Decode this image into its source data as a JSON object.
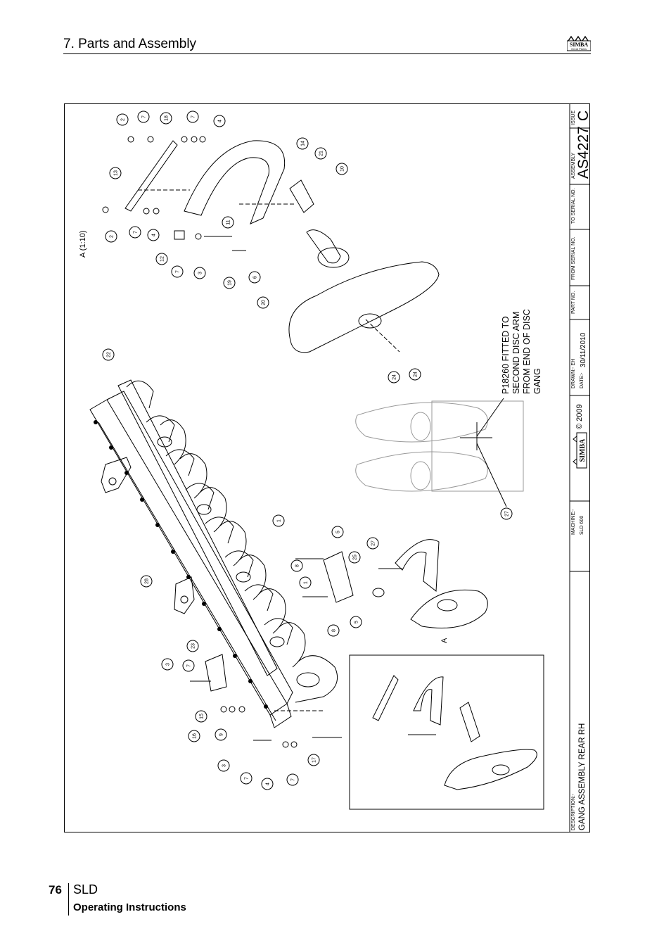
{
  "header": {
    "section_title": "7. Parts and Assembly",
    "logo_text": "SIMBA",
    "logo_sub": "Great Plains"
  },
  "footer": {
    "page_number": "76",
    "product": "SLD",
    "manual_type": "Operating Instructions"
  },
  "drawing": {
    "view_label": "A (1:10)",
    "section_marker": "A",
    "note": [
      "P18260 FITTED TO",
      "SECOND DISC ARM",
      "FROM END OF DISC",
      "GANG"
    ]
  },
  "title_block": {
    "description_label": "DESCRIPTION:-",
    "description": "GANG ASSEMBLY REAR RH",
    "machine_label": "MACHINE:-",
    "machine": "SLD 600",
    "copyright": "© 2009",
    "drawn_label": "DRAWN:-",
    "drawn": "EH",
    "date_label": "DATE:-",
    "date": "30/11/2010",
    "part_no_label": "PART NO.",
    "from_serial_label": "FROM SERIAL NO.",
    "to_serial_label": "TO SERIAL NO.",
    "assembly_label": "ASSEMBLY",
    "assembly": "AS4227",
    "issue_label": "ISSUE",
    "issue": "C"
  },
  "balloons": [
    "2",
    "7",
    "18",
    "7",
    "4",
    "14",
    "21",
    "10",
    "13",
    "2",
    "7",
    "4",
    "11",
    "12",
    "7",
    "3",
    "19",
    "6",
    "20",
    "22",
    "24",
    "24",
    "27",
    "1",
    "5",
    "28",
    "8",
    "25",
    "27",
    "1",
    "8",
    "5",
    "23",
    "3",
    "7",
    "15",
    "16",
    "9",
    "3",
    "7",
    "4",
    "7",
    "17"
  ]
}
